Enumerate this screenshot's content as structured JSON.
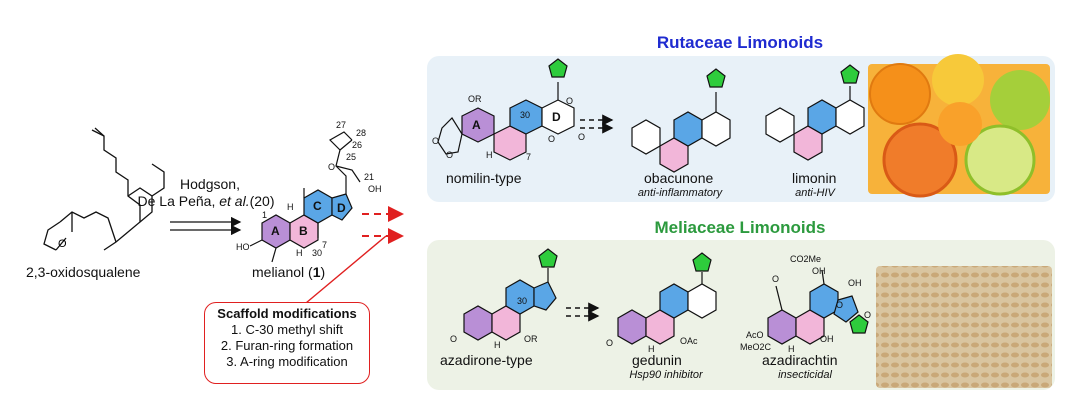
{
  "rutaceae_title": "Rutaceae Limonoids",
  "meliaceae_title": "Meliaceae Limonoids",
  "start": {
    "label": "2,3-oxidosqualene"
  },
  "arrow": {
    "authors": "Hodgson,",
    "authors2": "De La Peña, ",
    "et_al": "et al.",
    "ref": "(20)"
  },
  "melianol": {
    "name": "melianol (",
    "num": "1",
    "close": ")",
    "atoms": [
      "27",
      "28",
      "26",
      "25",
      "21",
      "OH",
      "O",
      "HO",
      "H",
      "H",
      "1",
      "7",
      "30"
    ],
    "rings": [
      "A",
      "B",
      "C",
      "D"
    ]
  },
  "scaffold": {
    "title": "Scaffold modifications",
    "items": [
      "1. C-30 methyl shift",
      "2. Furan-ring formation",
      "3. A-ring modification"
    ]
  },
  "rutaceae": {
    "nomilin": {
      "name": "nomilin-type",
      "atoms": [
        "OR",
        "O",
        "O",
        "H",
        "30",
        "7",
        "O",
        "O",
        "O"
      ],
      "rings": [
        "A",
        "D"
      ]
    },
    "obacunone": {
      "name": "obacunone",
      "activity": "anti-inflammatory"
    },
    "limonin": {
      "name": "limonin",
      "activity": "anti-HIV"
    }
  },
  "meliaceae": {
    "azadirone": {
      "name": "azadirone-type",
      "atoms": [
        "O",
        "H",
        "OR",
        "30"
      ]
    },
    "gedunin": {
      "name": "gedunin",
      "activity": "Hsp90 inhibitor",
      "atoms": [
        "O",
        "H",
        "OAc"
      ]
    },
    "azadirachtin": {
      "name": "azadirachtin",
      "activity": "insecticidal",
      "atoms": [
        "CO2Me",
        "OH",
        "OH",
        "OH",
        "AcO",
        "MeO2C",
        "H",
        "O",
        "O",
        "O"
      ]
    }
  },
  "colors": {
    "ringA": "#b98fd6",
    "ringB": "#f2b6d9",
    "ringC": "#5aa6e6",
    "ringD": "#5aa6e6",
    "furan": "#2ecc3c",
    "accent_blue": "#1f2bd0",
    "accent_green": "#2c9a3e",
    "red": "#e02020"
  }
}
